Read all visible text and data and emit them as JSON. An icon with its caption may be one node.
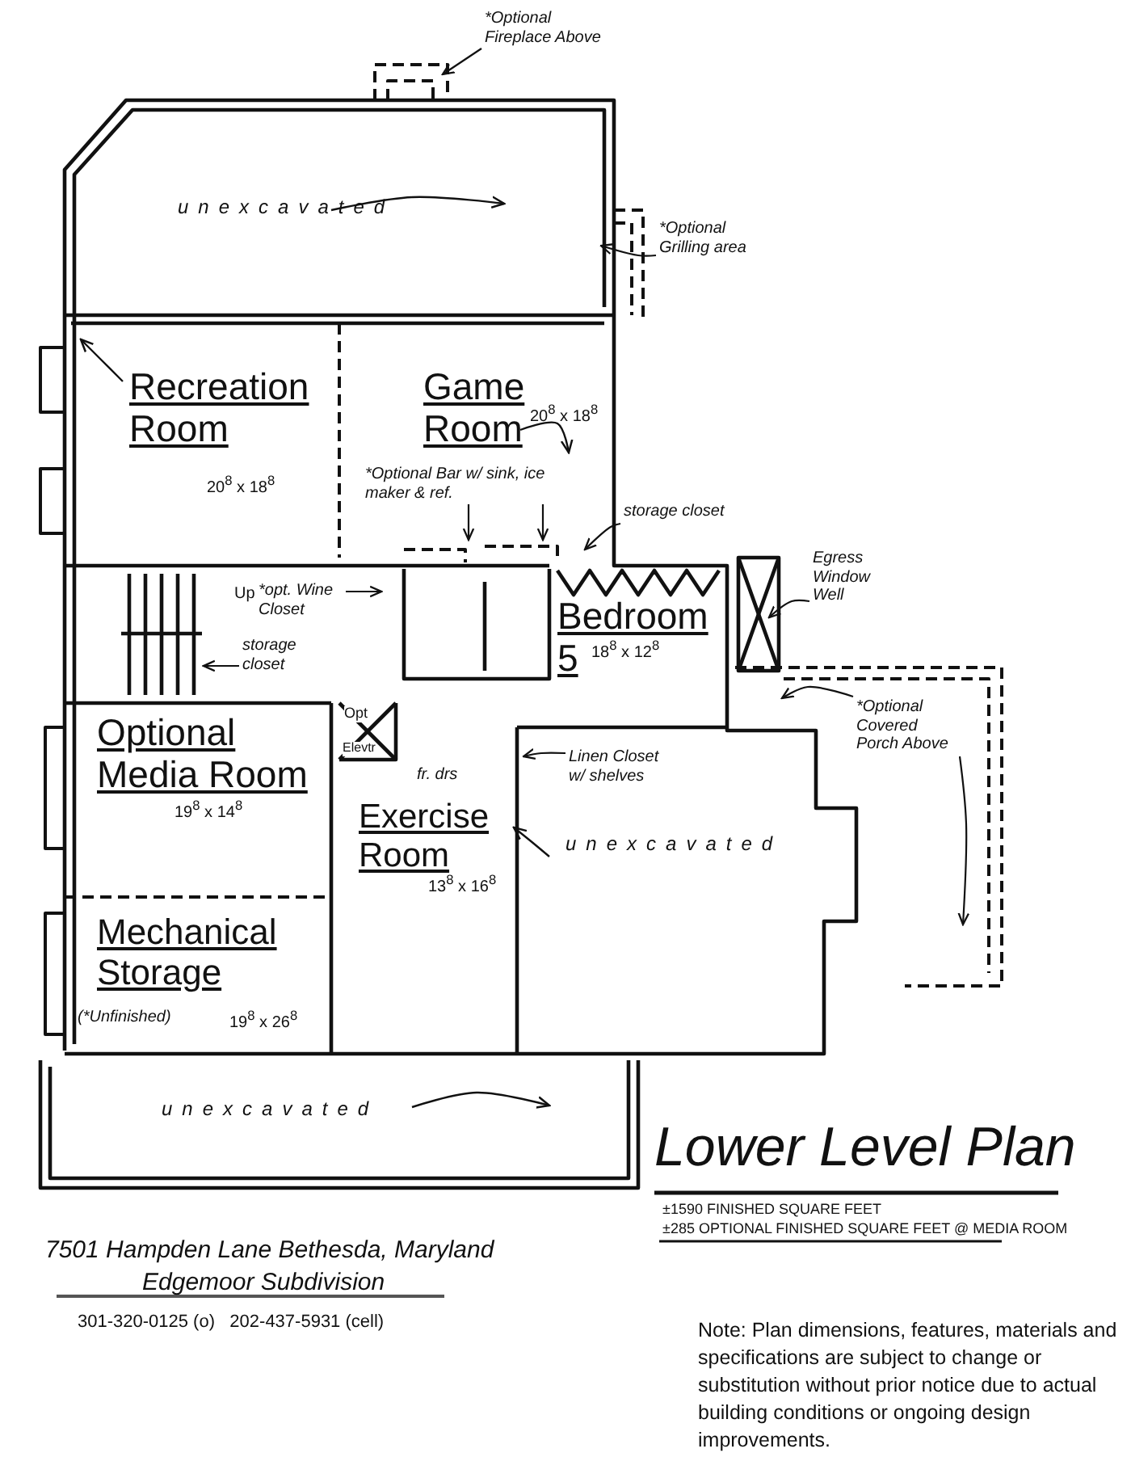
{
  "diagram": {
    "title": "Lower Level Plan",
    "nodes": [
      {
        "text": [
          "*Optional Fireplace Above"
        ]
      },
      {
        "text": [
          "*Optional Grilling area"
        ]
      },
      {
        "text": [
          "*Optional Bar w/ sink, ice maker & ref."
        ]
      },
      {
        "text": [
          "storage closet"
        ]
      },
      {
        "text": [
          "*opt. Wine Closet"
        ]
      },
      {
        "text": [
          "storage closet"
        ]
      },
      {
        "text": [
          "Egress Window Well"
        ]
      },
      {
        "text": [
          "*Optional Covered Porch Above"
        ]
      },
      {
        "text": [
          "Linen Closet w/ shelves"
        ]
      }
    ],
    "edges": [
      {
        "from": 0,
        "to": null,
        "arrow": "to"
      },
      {
        "from": 1,
        "to": null,
        "arrow": "to"
      },
      {
        "from": 2,
        "to": null,
        "arrow": "to"
      },
      {
        "from": 2,
        "to": null,
        "arrow": "to"
      },
      {
        "from": 3,
        "to": null,
        "arrow": "to"
      },
      {
        "from": 4,
        "to": null,
        "arrow": "to"
      },
      {
        "from": 5,
        "to": null,
        "arrow": "to"
      },
      {
        "from": 6,
        "to": null,
        "arrow": "to"
      },
      {
        "from": 7,
        "to": null,
        "arrow": "to"
      },
      {
        "from": 7,
        "to": null,
        "arrow": "to"
      },
      {
        "from": 8,
        "to": null,
        "arrow": "to"
      }
    ],
    "labels": [
      "unexcavated",
      "Recreation Room",
      "20$^{8}$ x 18$^{8}$",
      "Game Room",
      "20$^{8}$ x 18$^{8}$",
      "Bedroom 5",
      "18$^{8}$ x 12$^{8}$",
      "Up",
      "Optional Media Room",
      "19$^{8}$ x 14$^{8}$",
      "Opt",
      "Elevtr",
      "fr. drs",
      "unexcavated",
      "Exercise Room",
      "13$^{8}$ x 16$^{8}$",
      "Mechanical Storage",
      "(*Unfinished)",
      "19$^{8}$ x 26$^{8}$",
      "unexcavated",
      "±1590 FINISHED SQUARE FEET",
      "±285 OPTIONAL FINISHED SQUARE FEET @ MEDIA ROOM",
      "7501 Hampden Lane Bethesda, Maryland",
      "Edgemoor Subdivision",
      "301-320-0125 (o)   202-437-5931 (cell)",
      "Note: Plan dimensions, features, materials and specifications are subject to change or substitution without prior notice due to actual building conditions or ongoing design improvements."
    ]
  }
}
